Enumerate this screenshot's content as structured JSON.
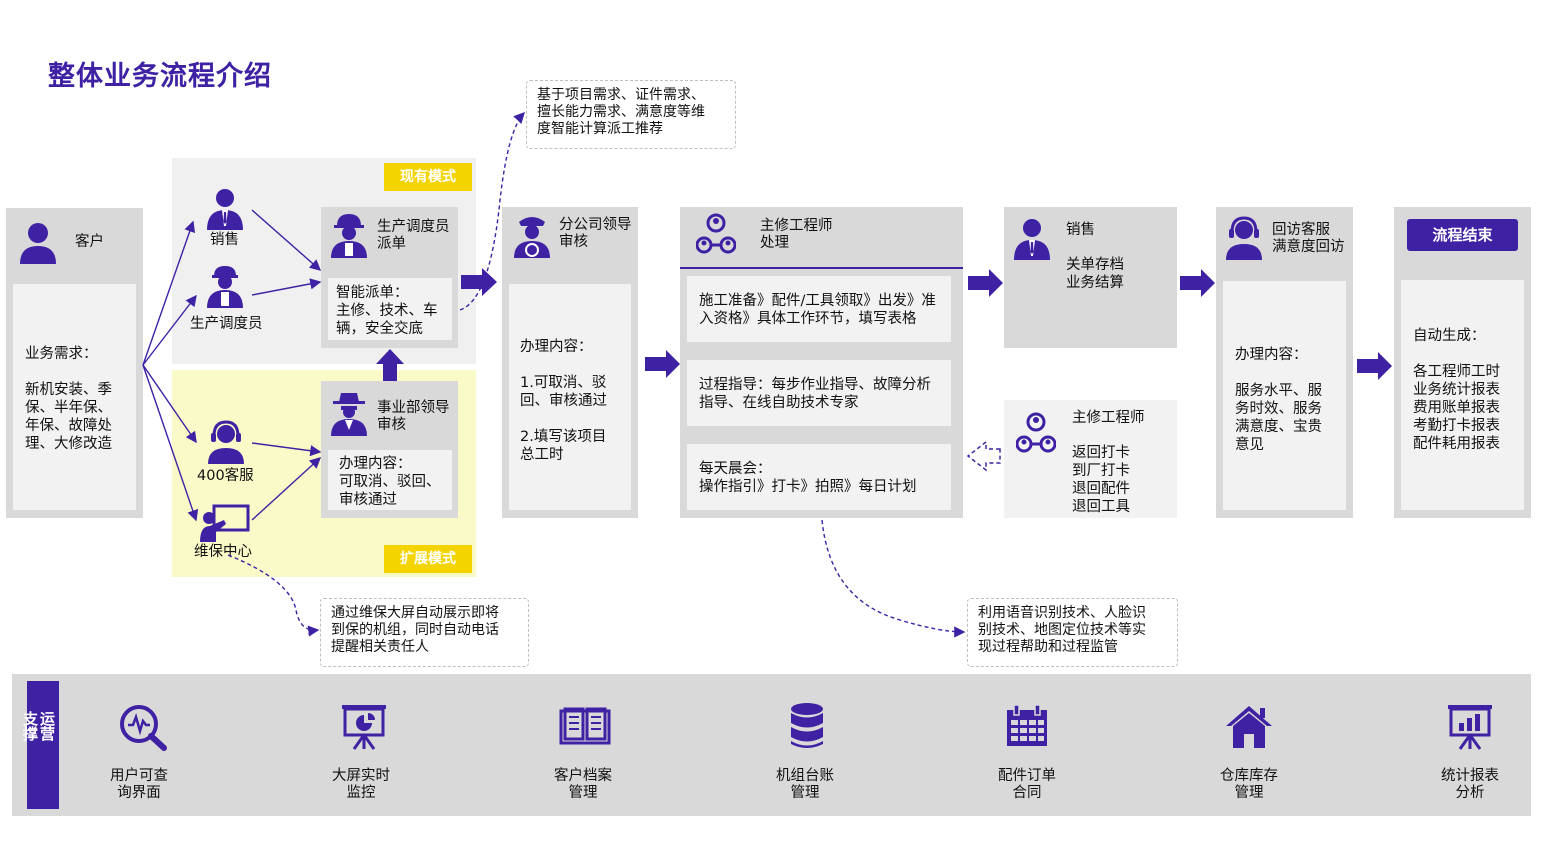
{
  "title": "整体业务流程介绍",
  "colors": {
    "accent": "#3f21a4",
    "tag": "#f3d400",
    "panel": "#d9d9d9",
    "inner": "#f2f2f2"
  },
  "customer": {
    "label": "客户",
    "needs": "业务需求：\n\n新机安装、季\n保、半年保、\n年保、故障处\n理、大修改造"
  },
  "channels": {
    "sales": "销售",
    "dispatcher": "生产调度员",
    "hotline": "400客服",
    "maintenance_center": "维保中心"
  },
  "modes": {
    "existing": "现有模式",
    "extended": "扩展模式"
  },
  "dispatch": {
    "title": "生产调度员\n派单",
    "content": "智能派单：\n主修、技术、车\n辆，安全交底"
  },
  "division": {
    "title": "事业部领导\n审核",
    "content": "办理内容：\n可取消、驳回、\n审核通过"
  },
  "notes": {
    "smart_dispatch": "基于项目需求、证件需求、\n擅长能力需求、满意度等维\n度智能计算派工推荐",
    "screen": "通过维保大屏自动展示即将\n到保的机组，同时自动电话\n提醒相关责任人",
    "tech": "利用语音识别技术、人脸识\n别技术、地图定位技术等实\n现过程帮助和过程监管"
  },
  "branch_leader": {
    "title": "分公司领导\n审核",
    "content": "办理内容：\n\n1.可取消、驳\n回、审核通过\n\n2.填写该项目\n总工时"
  },
  "engineer": {
    "title": "主修工程师\n处理",
    "steps": [
      "施工准备》配件/工具领取》出发》准\n入资格》具体工作环节，填写表格",
      "过程指导：每步作业指导、故障分析\n指导、在线自助技术专家",
      "每天晨会：\n操作指引》打卡》拍照》每日计划"
    ]
  },
  "sales_close": {
    "title": "销售",
    "content": "关单存档\n业务结算"
  },
  "engineer_return": {
    "title": "主修工程师",
    "content": "返回打卡\n到厂打卡\n退回配件\n退回工具"
  },
  "callback": {
    "title": "回访客服\n满意度回访",
    "content": "办理内容：\n\n服务水平、服\n务时效、服务\n满意度、宝贵\n意见"
  },
  "end": {
    "button": "流程结束",
    "content": "自动生成：\n\n各工程师工时\n业务统计报表\n费用账单报表\n考勤打卡报表\n配件耗用报表"
  },
  "ops": {
    "label": "运营\n支撑",
    "items": [
      {
        "label": "用户可查\n询界面",
        "icon": "search-chart-icon"
      },
      {
        "label": "大屏实时\n监控",
        "icon": "presentation-icon"
      },
      {
        "label": "客户档案\n管理",
        "icon": "open-book-icon"
      },
      {
        "label": "机组台账\n管理",
        "icon": "database-icon"
      },
      {
        "label": "配件订单\n合同",
        "icon": "calendar-icon"
      },
      {
        "label": "仓库库存\n管理",
        "icon": "home-icon"
      },
      {
        "label": "统计报表\n分析",
        "icon": "bar-board-icon"
      }
    ]
  }
}
